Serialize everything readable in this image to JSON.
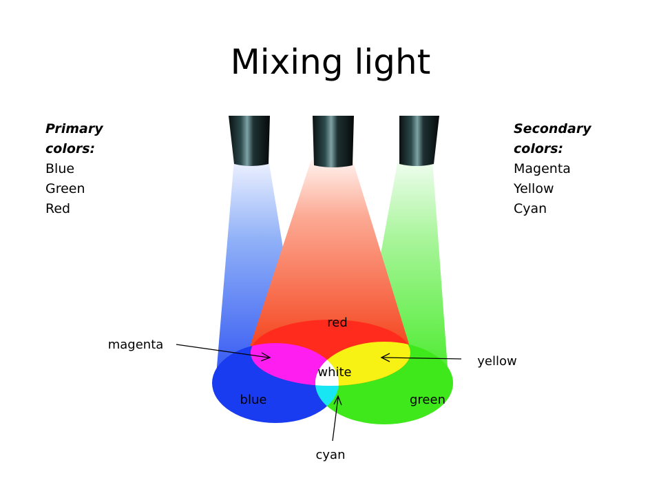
{
  "title": "Mixing light",
  "primary": {
    "heading": "Primary colors:",
    "items": [
      "Blue",
      "Green",
      "Red"
    ]
  },
  "secondary": {
    "heading": "Secondary colors:",
    "items": [
      "Magenta",
      "Yellow",
      "Cyan"
    ]
  },
  "labels": {
    "red": "red",
    "blue": "blue",
    "green": "green",
    "white": "white",
    "magenta": "magenta",
    "yellow": "yellow",
    "cyan": "cyan"
  },
  "colors": {
    "red": "#ff2b1c",
    "green": "#3ee81a",
    "blue": "#1a3cf0",
    "magenta": "#ff1ef0",
    "yellow": "#f7f213",
    "cyan": "#18e6f2",
    "white": "#ffffff",
    "lamp": "#0f1a1c"
  }
}
